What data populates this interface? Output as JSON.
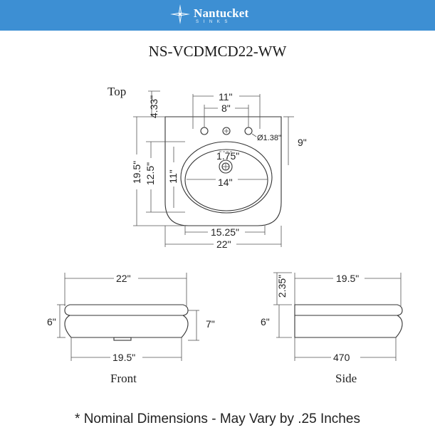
{
  "header": {
    "brand_name": "Nantucket",
    "brand_sub": "SINKS",
    "background_color": "#3d8fd3",
    "logo_icon": "compass-rose-icon"
  },
  "model": "NS-VCDMCD22-WW",
  "top_view": {
    "label": "Top",
    "dims": {
      "overall_width": "22\"",
      "inner_width": "15.25\"",
      "faucet_spread_outer": "11\"",
      "faucet_spread_inner": "8\"",
      "deck_depth": "4.33\"",
      "overall_depth": "19.5\"",
      "bowl_depth": "12.5\"",
      "bowl_length": "11\"",
      "bowl_width": "14\"",
      "drain": "1.75\"",
      "hole_diameter": "Ø1.38\"",
      "hole_to_bowl": "9\""
    }
  },
  "front_view": {
    "label": "Front",
    "dims": {
      "top_width": "22\"",
      "bottom_width": "19.5\"",
      "height_left": "6\"",
      "height_right": "7\""
    }
  },
  "side_view": {
    "label": "Side",
    "dims": {
      "top_depth": "19.5\"",
      "bottom_depth": "470",
      "height": "6\"",
      "deck_height": "2.35\""
    }
  },
  "footnote": "* Nominal Dimensions - May Vary by .25 Inches"
}
